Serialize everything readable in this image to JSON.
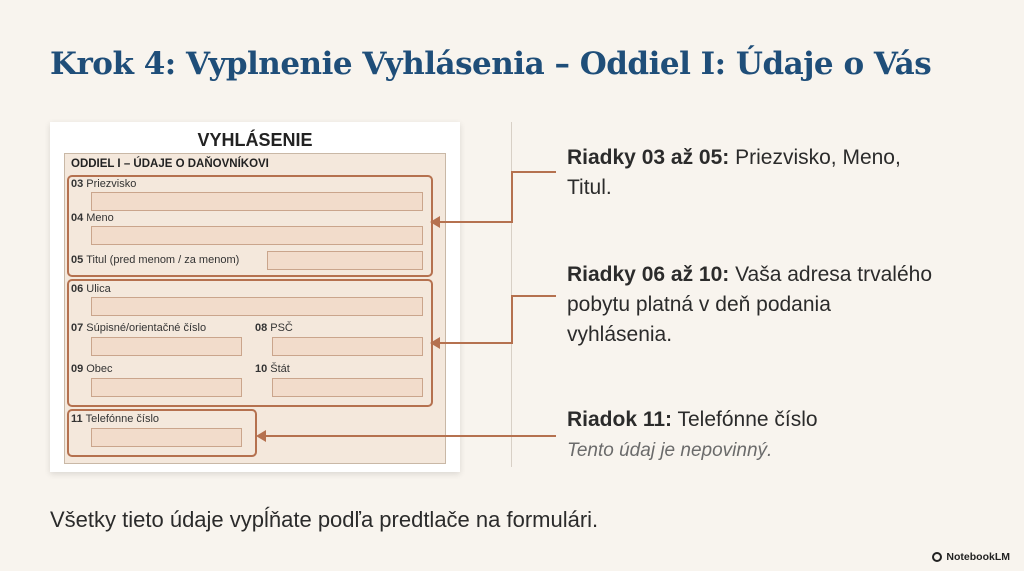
{
  "slide": {
    "title": "Krok 4: Vyplnenie Vyhlásenia – Oddiel I: Údaje o Vás",
    "footer": "Všetky tieto údaje vypĺňate podľa predtlače na formulári.",
    "brand": "NotebookLM"
  },
  "form": {
    "title": "VYHLÁSENIE",
    "section": "ODDIEL I – ÚDAJE O DAŇOVNÍKOVI",
    "fields": {
      "f03": {
        "num": "03",
        "label": "Priezvisko"
      },
      "f04": {
        "num": "04",
        "label": "Meno"
      },
      "f05": {
        "num": "05",
        "label": "Titul (pred menom / za menom)"
      },
      "f06": {
        "num": "06",
        "label": "Ulica"
      },
      "f07": {
        "num": "07",
        "label": "Súpisné/orientačné číslo"
      },
      "f08": {
        "num": "08",
        "label": "PSČ"
      },
      "f09": {
        "num": "09",
        "label": "Obec"
      },
      "f10": {
        "num": "10",
        "label": "Štát"
      },
      "f11": {
        "num": "11",
        "label": "Telefónne číslo"
      }
    }
  },
  "notes": [
    {
      "bold": "Riadky 03 až 05:",
      "text": " Priezvisko, Meno, Titul."
    },
    {
      "bold": "Riadky 06 až 10:",
      "text": " Vaša adresa trvalého pobytu platná v deň podania vyhlásenia."
    },
    {
      "bold": "Riadok 11:",
      "text": " Telefónne číslo",
      "sub": "Tento údaj je nepovinný."
    }
  ],
  "colors": {
    "title": "#1f4e79",
    "accent": "#b5714f",
    "background": "#f8f4ee"
  }
}
